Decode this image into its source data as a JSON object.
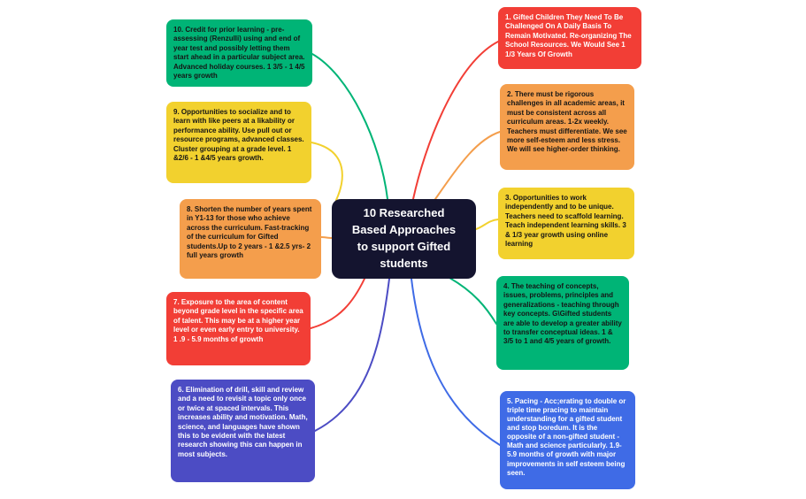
{
  "center": {
    "text": "10 Researched Based Approaches to support Gifted students",
    "color": "#14142f",
    "text_color": "#ffffff"
  },
  "nodes": [
    {
      "number": 1,
      "color": "#f23e36",
      "text_color": "#ffffff",
      "text": "1. Gifted Children They Need To Be Challenged On A Daily Basis To Remain Motivated. Re-organizing The School Resources. We Would See 1 1/3 Years Of Growth"
    },
    {
      "number": 2,
      "color": "#f49e4c",
      "text_color": "#151515",
      "text": "2. There must be rigorous challenges in all academic areas, it must be consistent across all curriculum areas. 1-2x weekly. Teachers must differentiate. We see more self-esteem and less stress. We will see higher-order thinking."
    },
    {
      "number": 3,
      "color": "#f2d12e",
      "text_color": "#151515",
      "text": "3. Opportunities to work independently and to be unique. Teachers need to scaffold learning. Teach independent learning skills. 3 & 1/3 year growth using online learning"
    },
    {
      "number": 4,
      "color": "#00b476",
      "text_color": "#151515",
      "text": "4. The teaching of concepts, issues, problems, principles and generalizations - teaching through key concepts. G\\Gifted students are able to develop a greater ability to transfer conceptual ideas. 1 &  3/5 to 1 and  4/5  years of growth."
    },
    {
      "number": 5,
      "color": "#3f6be6",
      "text_color": "#ffffff",
      "text": "5. Pacing - Acc;erating to double or triple time pracing to maintain understanding for a gifted student and stop boredum. It is the opposite of a non-gifted student - Math and science particularly. 1.9-5.9 months of growth with major improvements in self esteem being seen."
    },
    {
      "number": 6,
      "color": "#4c4cc4",
      "text_color": "#ffffff",
      "text": "6. Elimination of drill, skill and review and a need to revisit a topic only once or twice at spaced intervals. This increases ability and motivation. Math, science, and languages have shown this to be evident with the latest research showing this can happen in most subjects."
    },
    {
      "number": 7,
      "color": "#f23e36",
      "text_color": "#ffffff",
      "text": "7. Exposure to the area of content beyond grade level in the specific area of talent. This may be at a higher year level or even early entry to university. 1 .9 - 5.9 months of growth"
    },
    {
      "number": 8,
      "color": "#f49e4c",
      "text_color": "#151515",
      "text": "8. Shorten the number of years spent in Y1-13 for those who achieve across the curriculum. Fast-tracking of the curriculum for Gifted students.Up to 2 years - 1 &2.5 yrs- 2 full years growth"
    },
    {
      "number": 9,
      "color": "#f2d12e",
      "text_color": "#151515",
      "text": "9. Opportunities to socialize and to learn with like peers at a likability or performance ability. Use pull out or resource programs, advanced classes. Cluster grouping at a grade level. 1 &2/6 - 1 &4/5  years growth."
    },
    {
      "number": 10,
      "color": "#00b476",
      "text_color": "#151515",
      "text": "10. Credit for prior learning - pre-assessing (Renzulli) using and end of year test and possibly letting them start ahead in a particular subject area. Advanced holiday courses. 1 3/5 - 1 4/5 years growth"
    }
  ]
}
